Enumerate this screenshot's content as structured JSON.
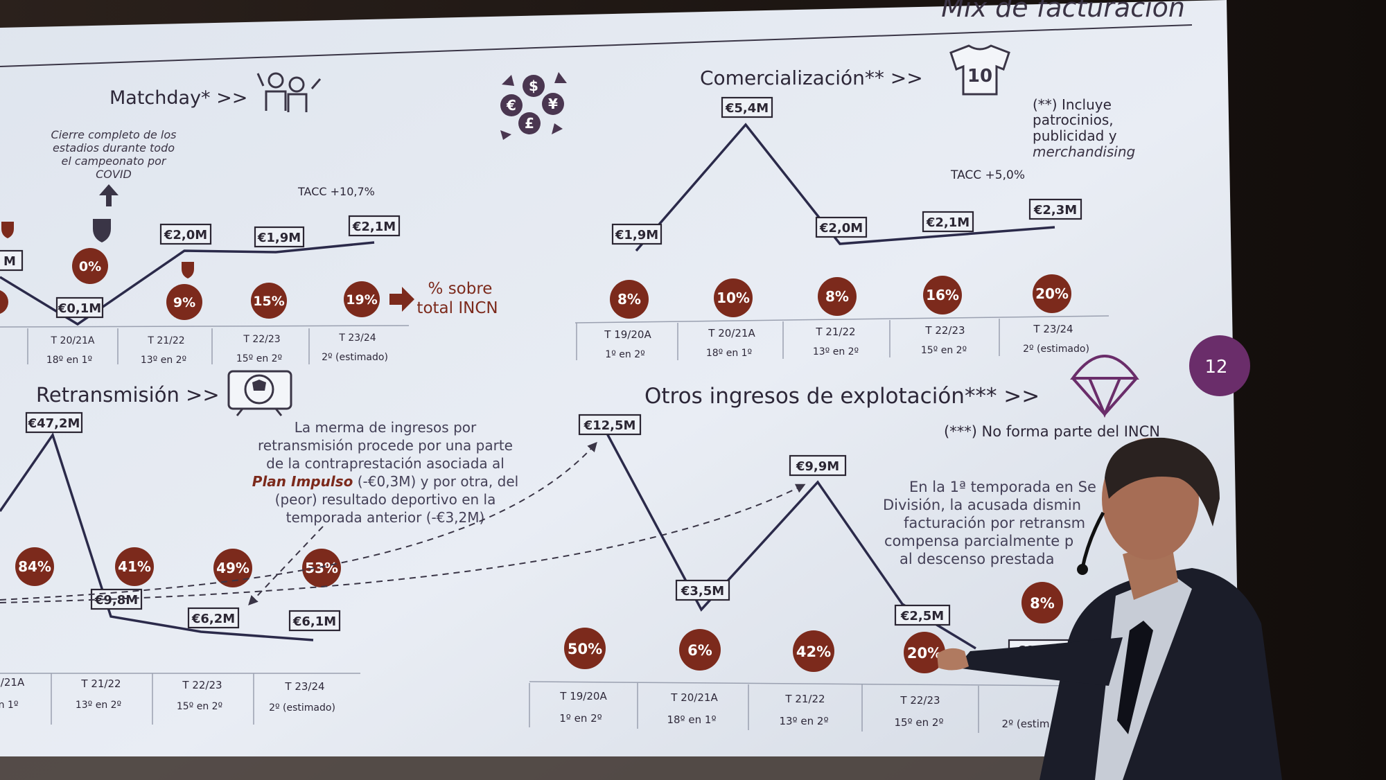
{
  "slide": {
    "title": "Mix de facturación",
    "page_number": "12"
  },
  "matchday": {
    "heading": "Matchday* >>",
    "covid_note": [
      "Cierre completo de los",
      "estadios durante todo",
      "el campeonato por",
      "COVID"
    ],
    "tacc": "TACC +10,7%",
    "values": [
      "€0,1M",
      "€2,0M",
      "€1,9M",
      "€2,1M"
    ],
    "partial_value": "M",
    "percentages": [
      "0%",
      "9%",
      "15%",
      "19%"
    ],
    "pct_note": [
      "% sobre",
      "total INCN"
    ],
    "seasons": [
      {
        "label": "T 20/21A",
        "pos": "18º en 1º"
      },
      {
        "label": "T 21/22",
        "pos": "13º en 2º"
      },
      {
        "label": "T 22/23",
        "pos": "15º en 2º"
      },
      {
        "label": "T 23/24",
        "pos": "2º (estimado)"
      }
    ]
  },
  "comercializacion": {
    "heading": "Comercialización** >>",
    "shirt_number": "10",
    "note": [
      "(**) Incluye",
      "patrocinios,",
      "publicidad y",
      "merchandising"
    ],
    "tacc": "TACC +5,0%",
    "values": [
      "€1,9M",
      "€5,4M",
      "€2,0M",
      "€2,1M",
      "€2,3M"
    ],
    "percentages": [
      "8%",
      "10%",
      "8%",
      "16%",
      "20%"
    ],
    "seasons": [
      {
        "label": "T 19/20A",
        "pos": "1º en 2º"
      },
      {
        "label": "T 20/21A",
        "pos": "18º en 1º"
      },
      {
        "label": "T 21/22",
        "pos": "13º en 2º"
      },
      {
        "label": "T 22/23",
        "pos": "15º en 2º"
      },
      {
        "label": "T 23/24",
        "pos": "2º (estimado)"
      }
    ]
  },
  "retransmision": {
    "heading": "Retransmisión >>",
    "values": [
      "€47,2M",
      "€9,8M",
      "€6,2M",
      "€6,1M"
    ],
    "percentages": [
      "84%",
      "41%",
      "49%",
      "53%"
    ],
    "note": {
      "line1": "La merma de ingresos por",
      "line2": "retransmisión procede por una parte",
      "line3": "de la contraprestación asociada al",
      "line4_bold": "Plan Impulso",
      "line4_rest": " (-€0,3M) y por otra, del",
      "line5": "(peor) resultado deportivo en la",
      "line6": "temporada anterior (-€3,2M)"
    },
    "seasons": [
      {
        "label": "/21A",
        "pos": "n 1º"
      },
      {
        "label": "T 21/22",
        "pos": "13º en 2º"
      },
      {
        "label": "T 22/23",
        "pos": "15º en 2º"
      },
      {
        "label": "T 23/24",
        "pos": "2º (estimado)"
      }
    ]
  },
  "otros": {
    "heading": "Otros ingresos de explotación*** >>",
    "note": "(***) No forma parte del INCN",
    "values": [
      "€12,5M",
      "€3,5M",
      "€9,9M",
      "€2,5M",
      "€0,9M"
    ],
    "percentages": [
      "50%",
      "6%",
      "42%",
      "20%",
      "8%"
    ],
    "side_note": [
      "En la 1ª temporada en Se",
      "División,  la acusada dismin",
      "facturación por retransm",
      "compensa parcialmente p",
      "al descenso prestada"
    ],
    "seasons": [
      {
        "label": "T 19/20A",
        "pos": "1º en 2º"
      },
      {
        "label": "T 20/21A",
        "pos": "18º en 1º"
      },
      {
        "label": "T 21/22",
        "pos": "13º en 2º"
      },
      {
        "label": "T 22/23",
        "pos": "15º en 2º"
      },
      {
        "label": "",
        "pos": "2º (estim"
      }
    ]
  },
  "colors": {
    "slide_bg": "#e4e9f1",
    "line": "#2b2a4a",
    "circle": "#7c2a1c",
    "accent_page": "#6a2d6a"
  }
}
